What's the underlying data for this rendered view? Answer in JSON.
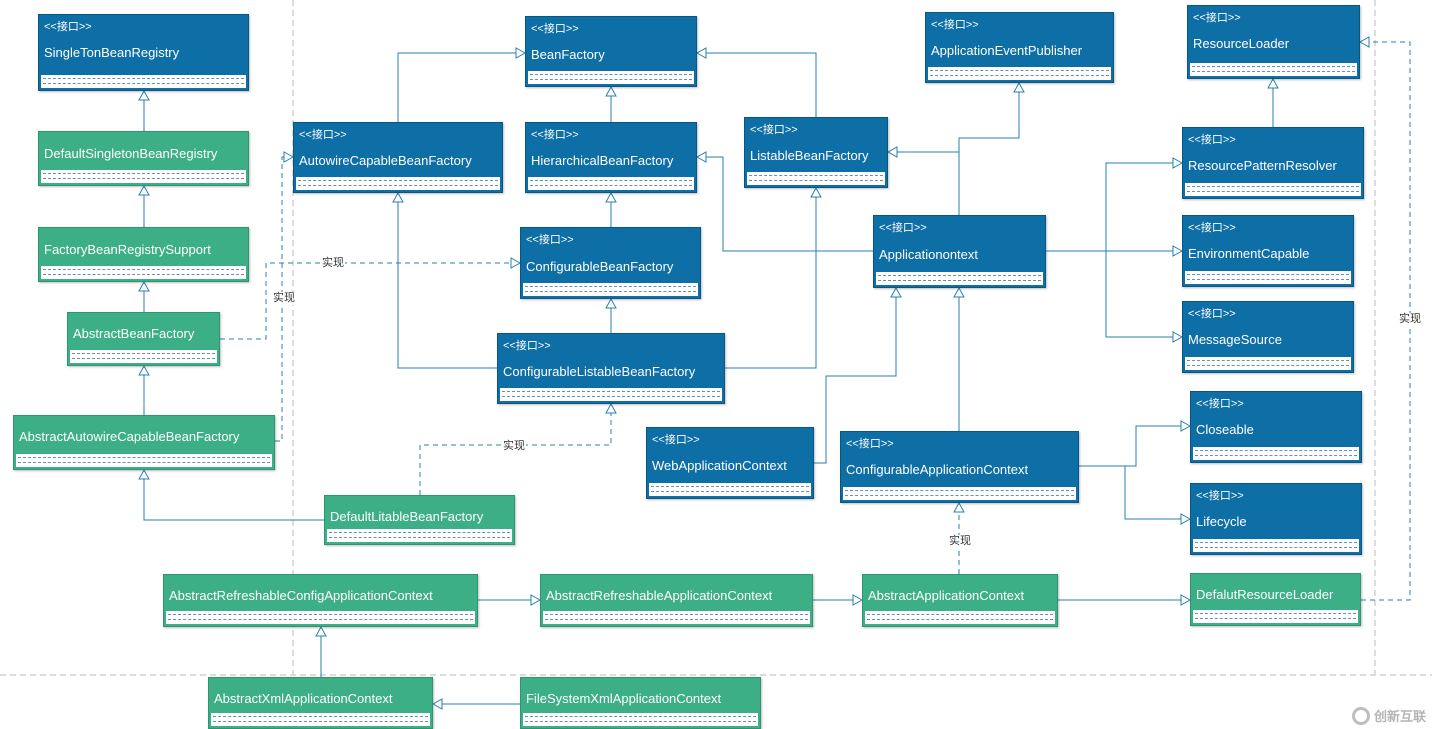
{
  "stereotype": "<<接口>>",
  "edge_label": "实现",
  "nodes": [
    {
      "id": "SingleTonBeanRegistry",
      "name": "SingleTonBeanRegistry",
      "interface": true
    },
    {
      "id": "DefaultSingletonBeanRegistry",
      "name": "DefaultSingletonBeanRegistry",
      "interface": false
    },
    {
      "id": "FactoryBeanRegistrySupport",
      "name": "FactoryBeanRegistrySupport",
      "interface": false
    },
    {
      "id": "AbstractBeanFactory",
      "name": "AbstractBeanFactory",
      "interface": false
    },
    {
      "id": "AbstractAutowireCapableBeanFactory",
      "name": "AbstractAutowireCapableBeanFactory",
      "interface": false
    },
    {
      "id": "AutowireCapableBeanFactory",
      "name": "AutowireCapableBeanFactory",
      "interface": true
    },
    {
      "id": "BeanFactory",
      "name": "BeanFactory",
      "interface": true
    },
    {
      "id": "HierarchicalBeanFactory",
      "name": "HierarchicalBeanFactory",
      "interface": true
    },
    {
      "id": "ConfigurableBeanFactory",
      "name": "ConfigurableBeanFactory",
      "interface": true
    },
    {
      "id": "ConfigurableListableBeanFactory",
      "name": "ConfigurableListableBeanFactory",
      "interface": true
    },
    {
      "id": "ListableBeanFactory",
      "name": "ListableBeanFactory",
      "interface": true
    },
    {
      "id": "ApplicationEventPublisher",
      "name": "ApplicationEventPublisher",
      "interface": true
    },
    {
      "id": "Applicationontext",
      "name": "Applicationontext",
      "interface": true
    },
    {
      "id": "ResourceLoader",
      "name": "ResourceLoader",
      "interface": true
    },
    {
      "id": "ResourcePatternResolver",
      "name": "ResourcePatternResolver",
      "interface": true
    },
    {
      "id": "EnvironmentCapable",
      "name": "EnvironmentCapable",
      "interface": true
    },
    {
      "id": "MessageSource",
      "name": "MessageSource",
      "interface": true
    },
    {
      "id": "Closeable",
      "name": "Closeable",
      "interface": true
    },
    {
      "id": "Lifecycle",
      "name": "Lifecycle",
      "interface": true
    },
    {
      "id": "WebApplicationContext",
      "name": "WebApplicationContext",
      "interface": true
    },
    {
      "id": "ConfigurableApplicationContext",
      "name": "ConfigurableApplicationContext",
      "interface": true
    },
    {
      "id": "DefaultLitableBeanFactory",
      "name": "DefaultLitableBeanFactory",
      "interface": false
    },
    {
      "id": "AbstractRefreshableConfigApplicationContext",
      "name": "AbstractRefreshableConfigApplicationContext",
      "interface": false
    },
    {
      "id": "AbstractRefreshableApplicationContext",
      "name": "AbstractRefreshableApplicationContext",
      "interface": false
    },
    {
      "id": "AbstractApplicationContext",
      "name": "AbstractApplicationContext",
      "interface": false
    },
    {
      "id": "DefalutResourceLoader",
      "name": "DefalutResourceLoader",
      "interface": false
    },
    {
      "id": "AbstractXmlApplicationContext",
      "name": "AbstractXmlApplicationContext",
      "interface": false
    },
    {
      "id": "FileSystemXmlApplicationContext",
      "name": "FileSystemXmlApplicationContext",
      "interface": false
    }
  ],
  "edges": [
    {
      "from": "DefaultSingletonBeanRegistry",
      "to": "SingleTonBeanRegistry",
      "kind": "extends"
    },
    {
      "from": "FactoryBeanRegistrySupport",
      "to": "DefaultSingletonBeanRegistry",
      "kind": "extends"
    },
    {
      "from": "AbstractBeanFactory",
      "to": "FactoryBeanRegistrySupport",
      "kind": "extends"
    },
    {
      "from": "AbstractAutowireCapableBeanFactory",
      "to": "AbstractBeanFactory",
      "kind": "extends"
    },
    {
      "from": "DefaultLitableBeanFactory",
      "to": "AbstractAutowireCapableBeanFactory",
      "kind": "extends"
    },
    {
      "from": "AbstractBeanFactory",
      "to": "ConfigurableBeanFactory",
      "kind": "implements",
      "label": true
    },
    {
      "from": "AbstractAutowireCapableBeanFactory",
      "to": "AutowireCapableBeanFactory",
      "kind": "implements",
      "label": true
    },
    {
      "from": "DefaultLitableBeanFactory",
      "to": "ConfigurableListableBeanFactory",
      "kind": "implements",
      "label": true
    },
    {
      "from": "AutowireCapableBeanFactory",
      "to": "BeanFactory",
      "kind": "extends"
    },
    {
      "from": "HierarchicalBeanFactory",
      "to": "BeanFactory",
      "kind": "extends"
    },
    {
      "from": "ListableBeanFactory",
      "to": "BeanFactory",
      "kind": "extends"
    },
    {
      "from": "ConfigurableBeanFactory",
      "to": "HierarchicalBeanFactory",
      "kind": "extends"
    },
    {
      "from": "ConfigurableListableBeanFactory",
      "to": "ConfigurableBeanFactory",
      "kind": "extends"
    },
    {
      "from": "ConfigurableListableBeanFactory",
      "to": "AutowireCapableBeanFactory",
      "kind": "extends"
    },
    {
      "from": "ConfigurableListableBeanFactory",
      "to": "ListableBeanFactory",
      "kind": "extends"
    },
    {
      "from": "Applicationontext",
      "to": "ApplicationEventPublisher",
      "kind": "extends"
    },
    {
      "from": "Applicationontext",
      "to": "ListableBeanFactory",
      "kind": "extends"
    },
    {
      "from": "Applicationontext",
      "to": "HierarchicalBeanFactory",
      "kind": "extends"
    },
    {
      "from": "Applicationontext",
      "to": "ResourcePatternResolver",
      "kind": "extends"
    },
    {
      "from": "Applicationontext",
      "to": "EnvironmentCapable",
      "kind": "extends"
    },
    {
      "from": "Applicationontext",
      "to": "MessageSource",
      "kind": "extends"
    },
    {
      "from": "ResourcePatternResolver",
      "to": "ResourceLoader",
      "kind": "extends"
    },
    {
      "from": "WebApplicationContext",
      "to": "Applicationontext",
      "kind": "extends"
    },
    {
      "from": "ConfigurableApplicationContext",
      "to": "Applicationontext",
      "kind": "extends"
    },
    {
      "from": "ConfigurableApplicationContext",
      "to": "Closeable",
      "kind": "extends"
    },
    {
      "from": "ConfigurableApplicationContext",
      "to": "Lifecycle",
      "kind": "extends"
    },
    {
      "from": "AbstractApplicationContext",
      "to": "ConfigurableApplicationContext",
      "kind": "implements",
      "label": true
    },
    {
      "from": "AbstractApplicationContext",
      "to": "DefalutResourceLoader",
      "kind": "extends"
    },
    {
      "from": "DefalutResourceLoader",
      "to": "ResourceLoader",
      "kind": "implements",
      "label": true
    },
    {
      "from": "AbstractRefreshableConfigApplicationContext",
      "to": "AbstractRefreshableApplicationContext",
      "kind": "extends"
    },
    {
      "from": "AbstractRefreshableApplicationContext",
      "to": "AbstractApplicationContext",
      "kind": "extends"
    },
    {
      "from": "AbstractXmlApplicationContext",
      "to": "AbstractRefreshableConfigApplicationContext",
      "kind": "extends"
    },
    {
      "from": "FileSystemXmlApplicationContext",
      "to": "AbstractXmlApplicationContext",
      "kind": "extends"
    }
  ],
  "watermark": "创新互联",
  "colors": {
    "interface": "#0e6ea6",
    "class": "#3daf87",
    "line": "#2a7fb0"
  }
}
